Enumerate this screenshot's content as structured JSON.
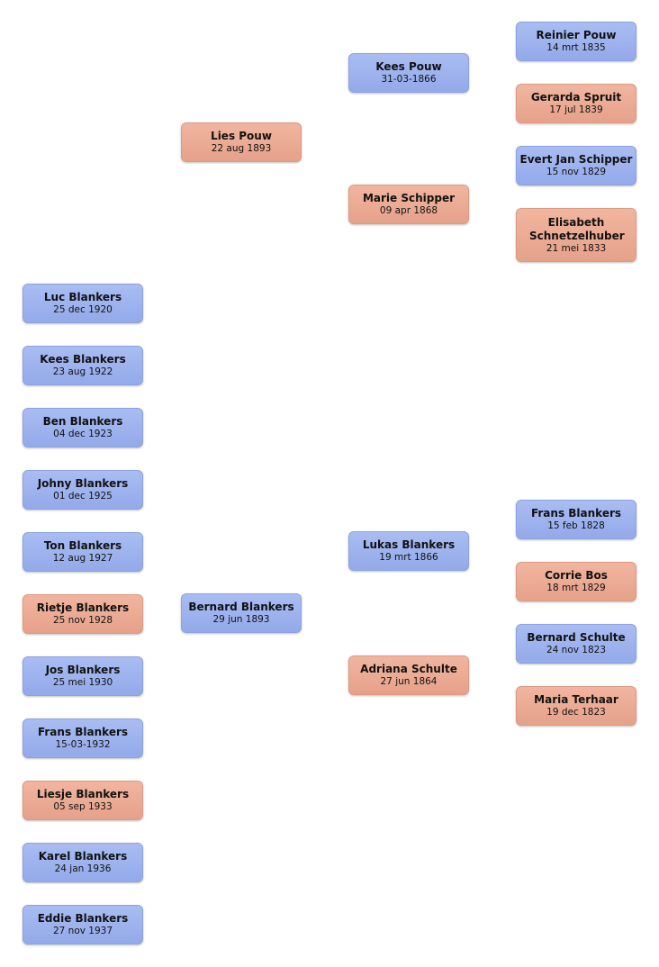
{
  "parents": [
    {
      "name": "Lies Pouw",
      "date": "22 aug 1893"
    },
    {
      "name": "Bernard Blankers",
      "date": "29 jun 1893"
    }
  ],
  "grandparents": [
    {
      "name": "Kees Pouw",
      "date": "31-03-1866"
    },
    {
      "name": "Marie Schipper",
      "date": "09 apr 1868"
    },
    {
      "name": "Lukas Blankers",
      "date": "19 mrt 1866"
    },
    {
      "name": "Adriana  Schulte",
      "date": "27 jun 1864"
    }
  ],
  "great_grandparents": [
    {
      "name": "Reinier Pouw",
      "date": "14 mrt 1835"
    },
    {
      "name": "Gerarda Spruit",
      "date": "17 jul 1839"
    },
    {
      "name": "Evert Jan Schipper",
      "date": "15 nov 1829"
    },
    {
      "name": "Elisabeth Schnetzelhuber",
      "date": "21 mei 1833"
    },
    {
      "name": "Frans Blankers",
      "date": "15 feb 1828"
    },
    {
      "name": "Corrie Bos",
      "date": "18 mrt 1829"
    },
    {
      "name": "Bernard Schulte",
      "date": "24 nov 1823"
    },
    {
      "name": "Maria Terhaar",
      "date": "19 dec 1823"
    }
  ],
  "children": [
    {
      "name": "Luc Blankers",
      "date": "25 dec 1920"
    },
    {
      "name": "Kees Blankers",
      "date": "23 aug 1922"
    },
    {
      "name": "Ben Blankers",
      "date": "04 dec 1923"
    },
    {
      "name": "Johny Blankers",
      "date": "01 dec 1925"
    },
    {
      "name": "Ton Blankers",
      "date": "12 aug 1927"
    },
    {
      "name": "Rietje Blankers",
      "date": "25 nov 1928"
    },
    {
      "name": "Jos Blankers",
      "date": "25 mei 1930"
    },
    {
      "name": "Frans Blankers",
      "date": "15-03-1932"
    },
    {
      "name": "Liesje Blankers",
      "date": "05 sep 1933"
    },
    {
      "name": "Karel Blankers",
      "date": "24 jan 1936"
    },
    {
      "name": "Eddie Blankers",
      "date": "27 nov 1937"
    }
  ]
}
